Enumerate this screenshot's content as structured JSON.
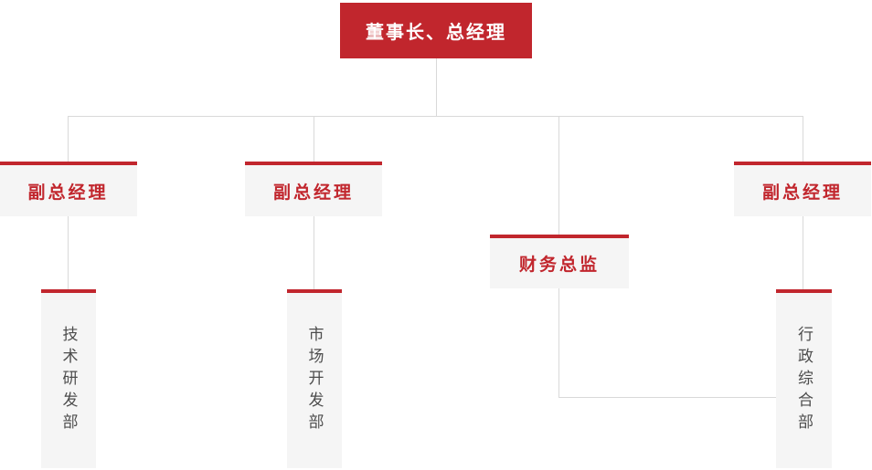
{
  "org_chart": {
    "root": {
      "label": "董事长、总经理"
    },
    "level2": [
      {
        "label": "副总经理"
      },
      {
        "label": "副总经理"
      },
      {
        "label": "财务总监"
      },
      {
        "label": "副总经理"
      }
    ],
    "level3": [
      {
        "label": "技术研发部"
      },
      {
        "label": "市场开发部"
      },
      {
        "label": "行政综合部"
      }
    ],
    "colors": {
      "accent_red": "#c1262d",
      "node_background": "#f5f5f5",
      "connector_line": "#d9d9d9",
      "dept_text": "#4d4d4d",
      "root_text": "#ffffff"
    }
  }
}
